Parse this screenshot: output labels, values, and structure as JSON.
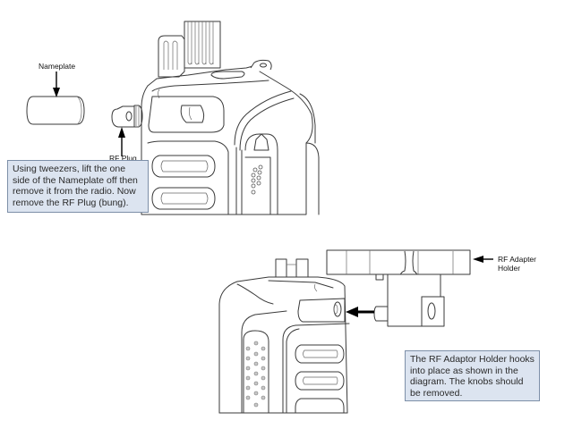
{
  "labels": {
    "nameplate": "Nameplate",
    "rf_plug": "RF Plug",
    "rf_adapter_holder_line1": "RF Adapter",
    "rf_adapter_holder_line2": "Holder"
  },
  "notes": {
    "step1": "Using tweezers, lift the one side of the Nameplate off then remove it from the radio. Now remove the RF Plug (bung).",
    "step2": "The RF Adaptor Holder hooks into place as shown in the diagram. The knobs should be removed."
  },
  "colors": {
    "note_fill": "#dce4f0",
    "note_border": "#7d8fa8",
    "line": "#3a3a3a"
  }
}
